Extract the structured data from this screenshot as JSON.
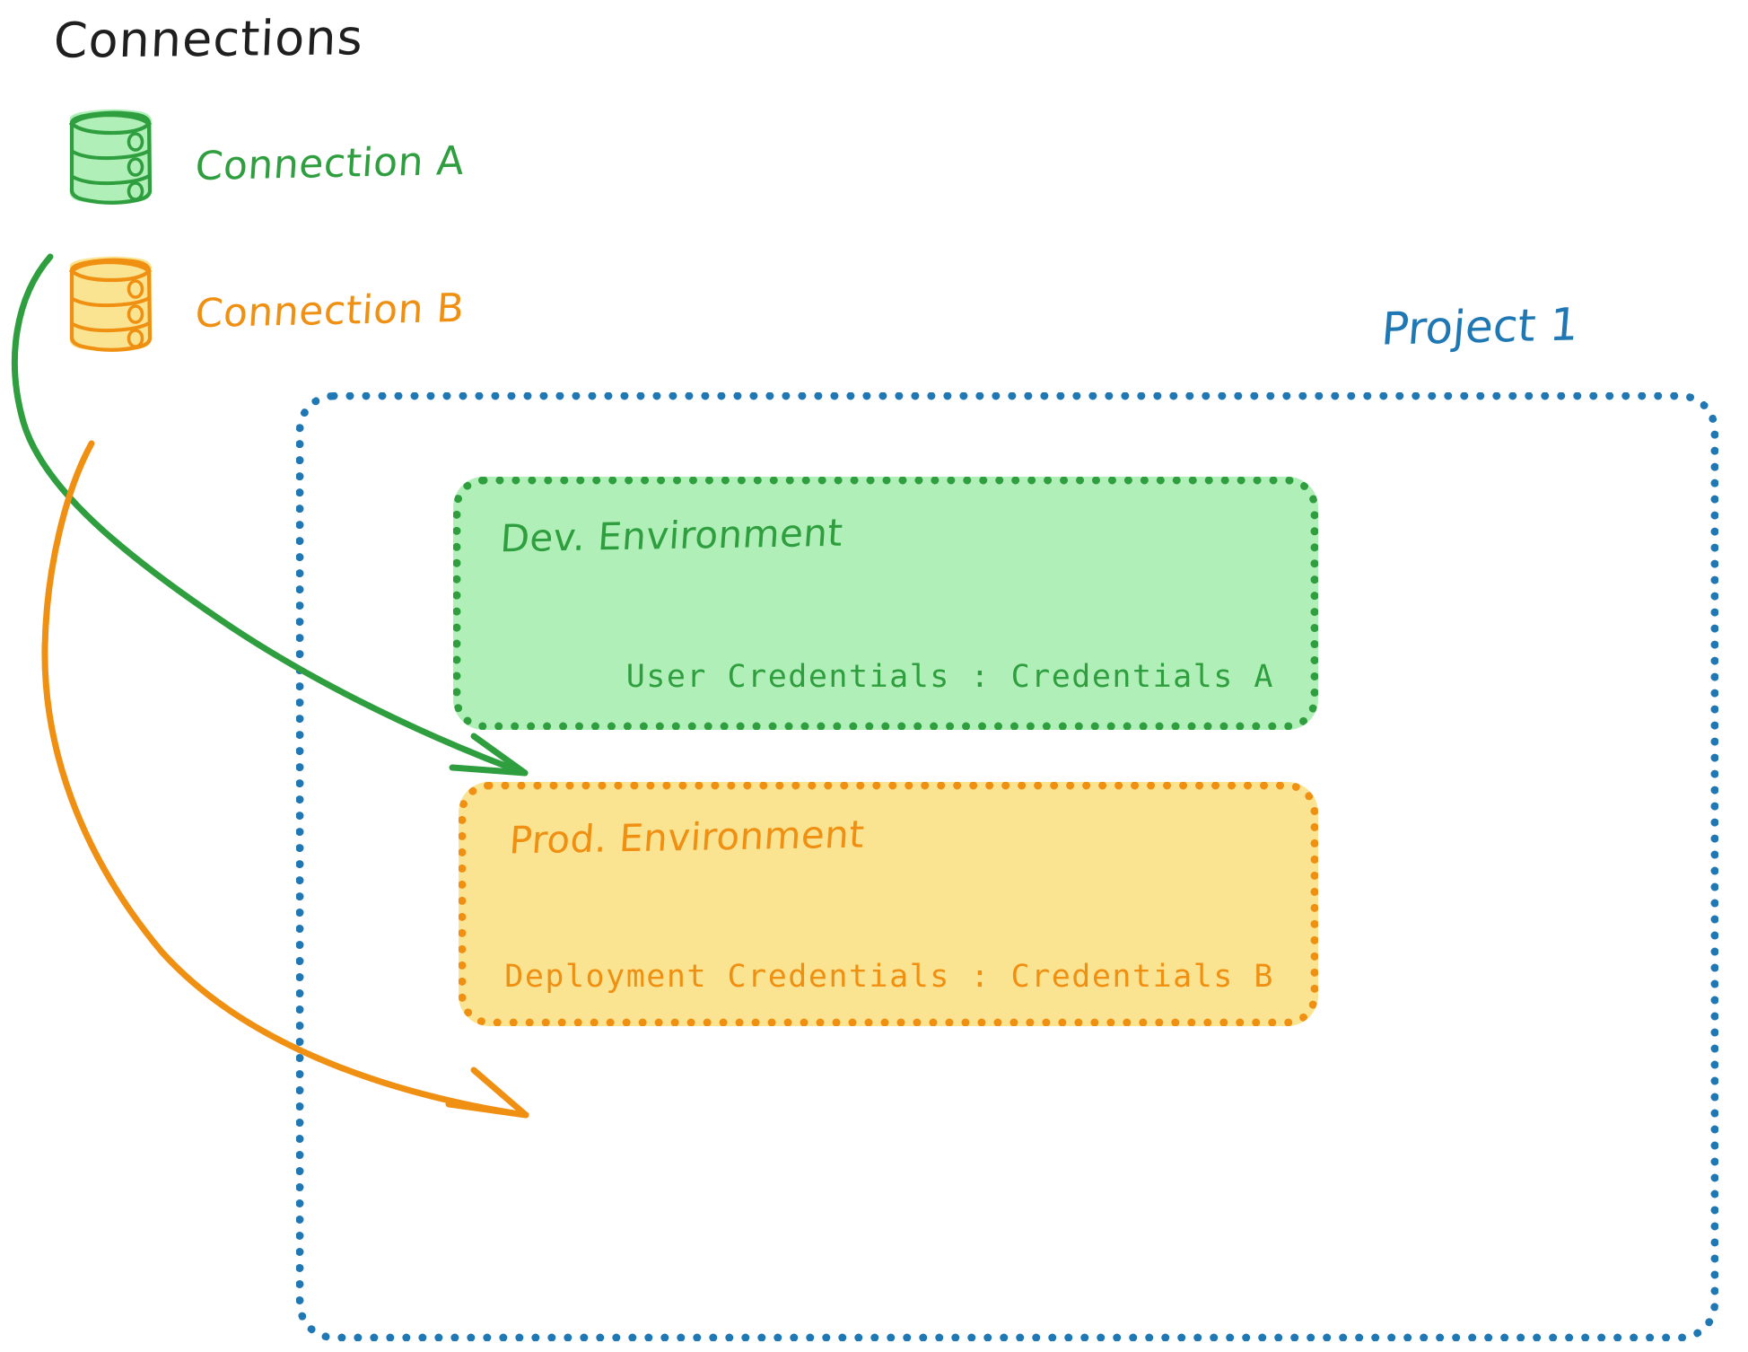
{
  "diagram": {
    "title": "Connections",
    "colors": {
      "green_stroke": "#2e9e3e",
      "green_fill": "#b0efb8",
      "orange_stroke": "#ef9012",
      "orange_fill": "#fbe491",
      "blue_stroke": "#1f77b4",
      "title_text": "#1f1f1f",
      "background": "#ffffff"
    },
    "connections": [
      {
        "id": "connection-a",
        "label": "Connection A",
        "icon": "database-cylinder-icon",
        "color": "#2e9e3e"
      },
      {
        "id": "connection-b",
        "label": "Connection B",
        "icon": "database-cylinder-icon",
        "color": "#ef9012"
      }
    ],
    "project": {
      "label": "Project 1",
      "color": "#1f77b4",
      "environments": [
        {
          "id": "dev-environment",
          "title": "Dev. Environment",
          "credential_label": "User Credentials",
          "credential_separator": ":",
          "credential_value": "Credentials A",
          "credential_line": "User Credentials : Credentials A",
          "color": "#2e9e3e"
        },
        {
          "id": "prod-environment",
          "title": "Prod. Environment",
          "credential_label": "Deployment Credentials",
          "credential_separator": ":",
          "credential_value": "Credentials B",
          "credential_line": "Deployment Credentials : Credentials B",
          "color": "#ef9012"
        }
      ]
    },
    "arrows": [
      {
        "id": "arrow-connection-a-to-dev",
        "from": "connection-a",
        "to": "dev-environment",
        "color": "#2e9e3e"
      },
      {
        "id": "arrow-connection-b-to-prod",
        "from": "connection-b",
        "to": "prod-environment",
        "color": "#ef9012"
      }
    ]
  }
}
